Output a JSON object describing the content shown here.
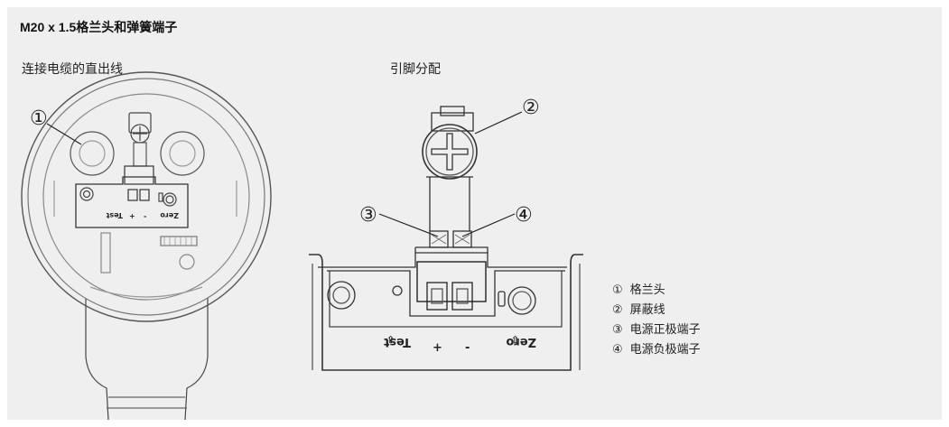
{
  "title": "M20 x 1.5格兰头和弹簧端子",
  "left_caption": "连接电缆的直出线",
  "right_caption": "引脚分配",
  "callouts": {
    "c1": "①",
    "c2": "②",
    "c3": "③",
    "c4": "④"
  },
  "terminal_labels": {
    "test": "Test",
    "plus": "+",
    "minus": "-",
    "zero": "Zero",
    "arrow": "⇧"
  },
  "legend": [
    {
      "num": "①",
      "text": "格兰头"
    },
    {
      "num": "②",
      "text": "屏蔽线"
    },
    {
      "num": "③",
      "text": "电源正极端子"
    },
    {
      "num": "④",
      "text": "电源负极端子"
    }
  ]
}
